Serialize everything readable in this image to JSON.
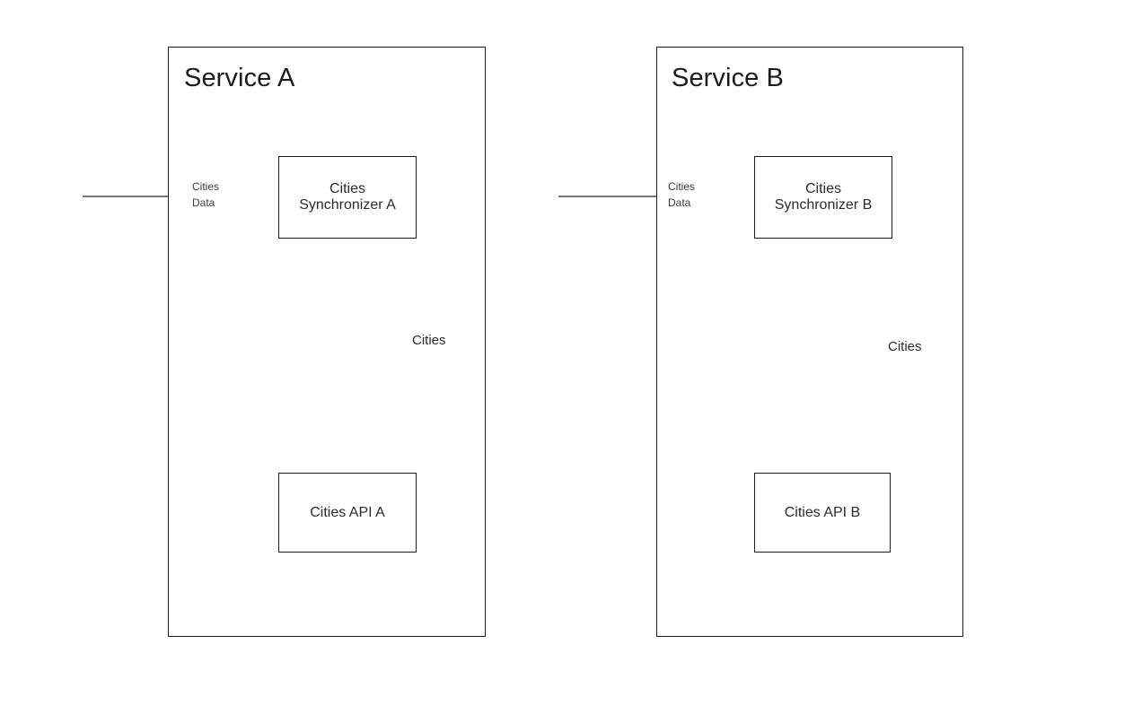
{
  "diagram": {
    "title_hidden": "",
    "background_color": "#ffffff",
    "stroke_color": "#1d1d1d",
    "text_color": "#2b2b2b"
  },
  "services": [
    {
      "id": "service-a",
      "title": "Service A",
      "inbound_edge": {
        "label_line1": "Cities",
        "label_line2": "Data",
        "arrow": "single-headed-right"
      },
      "synchronizer": {
        "label_line1": "Cities",
        "label_line2": "Synchronizer A"
      },
      "datastore": {
        "shape": "cylinder",
        "label": "Cities"
      },
      "api": {
        "label": "Cities API A"
      },
      "edges": [
        {
          "from": "synchronizer",
          "to": "datastore",
          "arrow": "double-headed-vertical"
        },
        {
          "from": "datastore",
          "to": "api",
          "arrow": "double-headed-vertical"
        }
      ]
    },
    {
      "id": "service-b",
      "title": "Service B",
      "inbound_edge": {
        "label_line1": "Cities",
        "label_line2": "Data",
        "arrow": "single-headed-right"
      },
      "synchronizer": {
        "label_line1": "Cities",
        "label_line2": "Synchronizer B"
      },
      "datastore": {
        "shape": "cylinder",
        "label": "Cities"
      },
      "api": {
        "label": "Cities API B"
      },
      "edges": [
        {
          "from": "synchronizer",
          "to": "datastore",
          "arrow": "double-headed-vertical"
        },
        {
          "from": "datastore",
          "to": "api",
          "arrow": "double-headed-vertical"
        }
      ]
    }
  ]
}
